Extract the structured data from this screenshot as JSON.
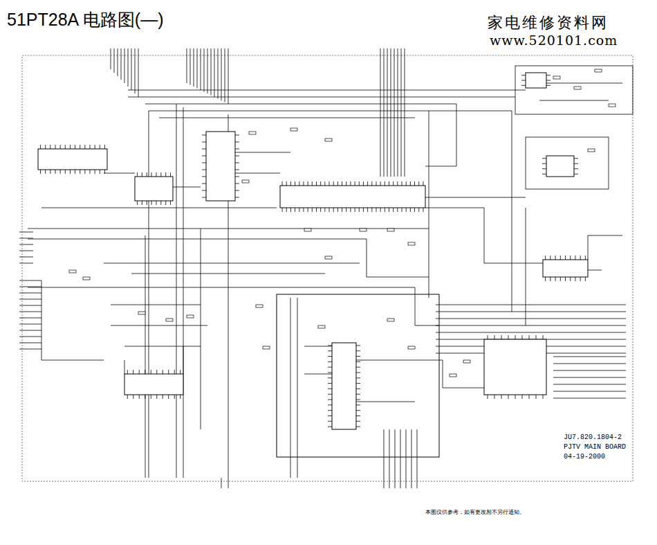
{
  "diagram": {
    "title": "51PT28A 电路图(—)",
    "labels": [
      "家电维修资料网",
      "www.520101.com",
      "JU7.820.1804-2",
      "PJTV MAIN BOARD",
      "04-19-2000",
      "本图仅供参考，如有更改恕不另行通知。"
    ]
  }
}
